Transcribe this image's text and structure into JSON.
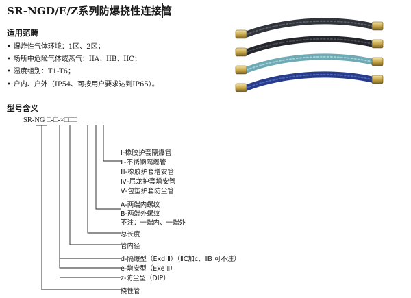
{
  "title": "SR-NGD/E/Z系列防爆挠性连接管",
  "applicability": {
    "heading": "适用范畴",
    "items": [
      "爆炸性气体环境：1区、2区；",
      "场所中危险气体或蒸气：IIA、IIB、IIC；",
      "温度组别：T1-T6；",
      "户内、户外（IP54、可按用户要求达到IP65）。"
    ]
  },
  "model": {
    "heading": "型号含义",
    "code": "SR-NG □-□-×□□□",
    "labels": {
      "l1": "Ⅰ-橡胶护套隔爆管",
      "l2": "Ⅱ-不锈钢隔爆管",
      "l3": "Ⅲ-橡胶护套增安管",
      "l4": "Ⅳ-尼龙护套增安管",
      "l5": "Ⅴ-包塑护套防尘管",
      "a": "A-两端内螺纹",
      "b": "B-两端外螺纹",
      "none": "不注：一端内、一端外",
      "length": "总长度",
      "diameter": "管内径",
      "d": "d-隔爆型（Exd Ⅱ）（ⅡC加c、ⅡB 可不注）",
      "e": "e-增安型（Exe Ⅱ）",
      "z": "z-防尘型（DIP）",
      "hose": "挠性管"
    }
  },
  "hoses": {
    "colors": [
      "#3a3d44",
      "#2b2d33",
      "#7ab6c0",
      "#2a3f8f"
    ],
    "fitting": "#c9a94a"
  }
}
